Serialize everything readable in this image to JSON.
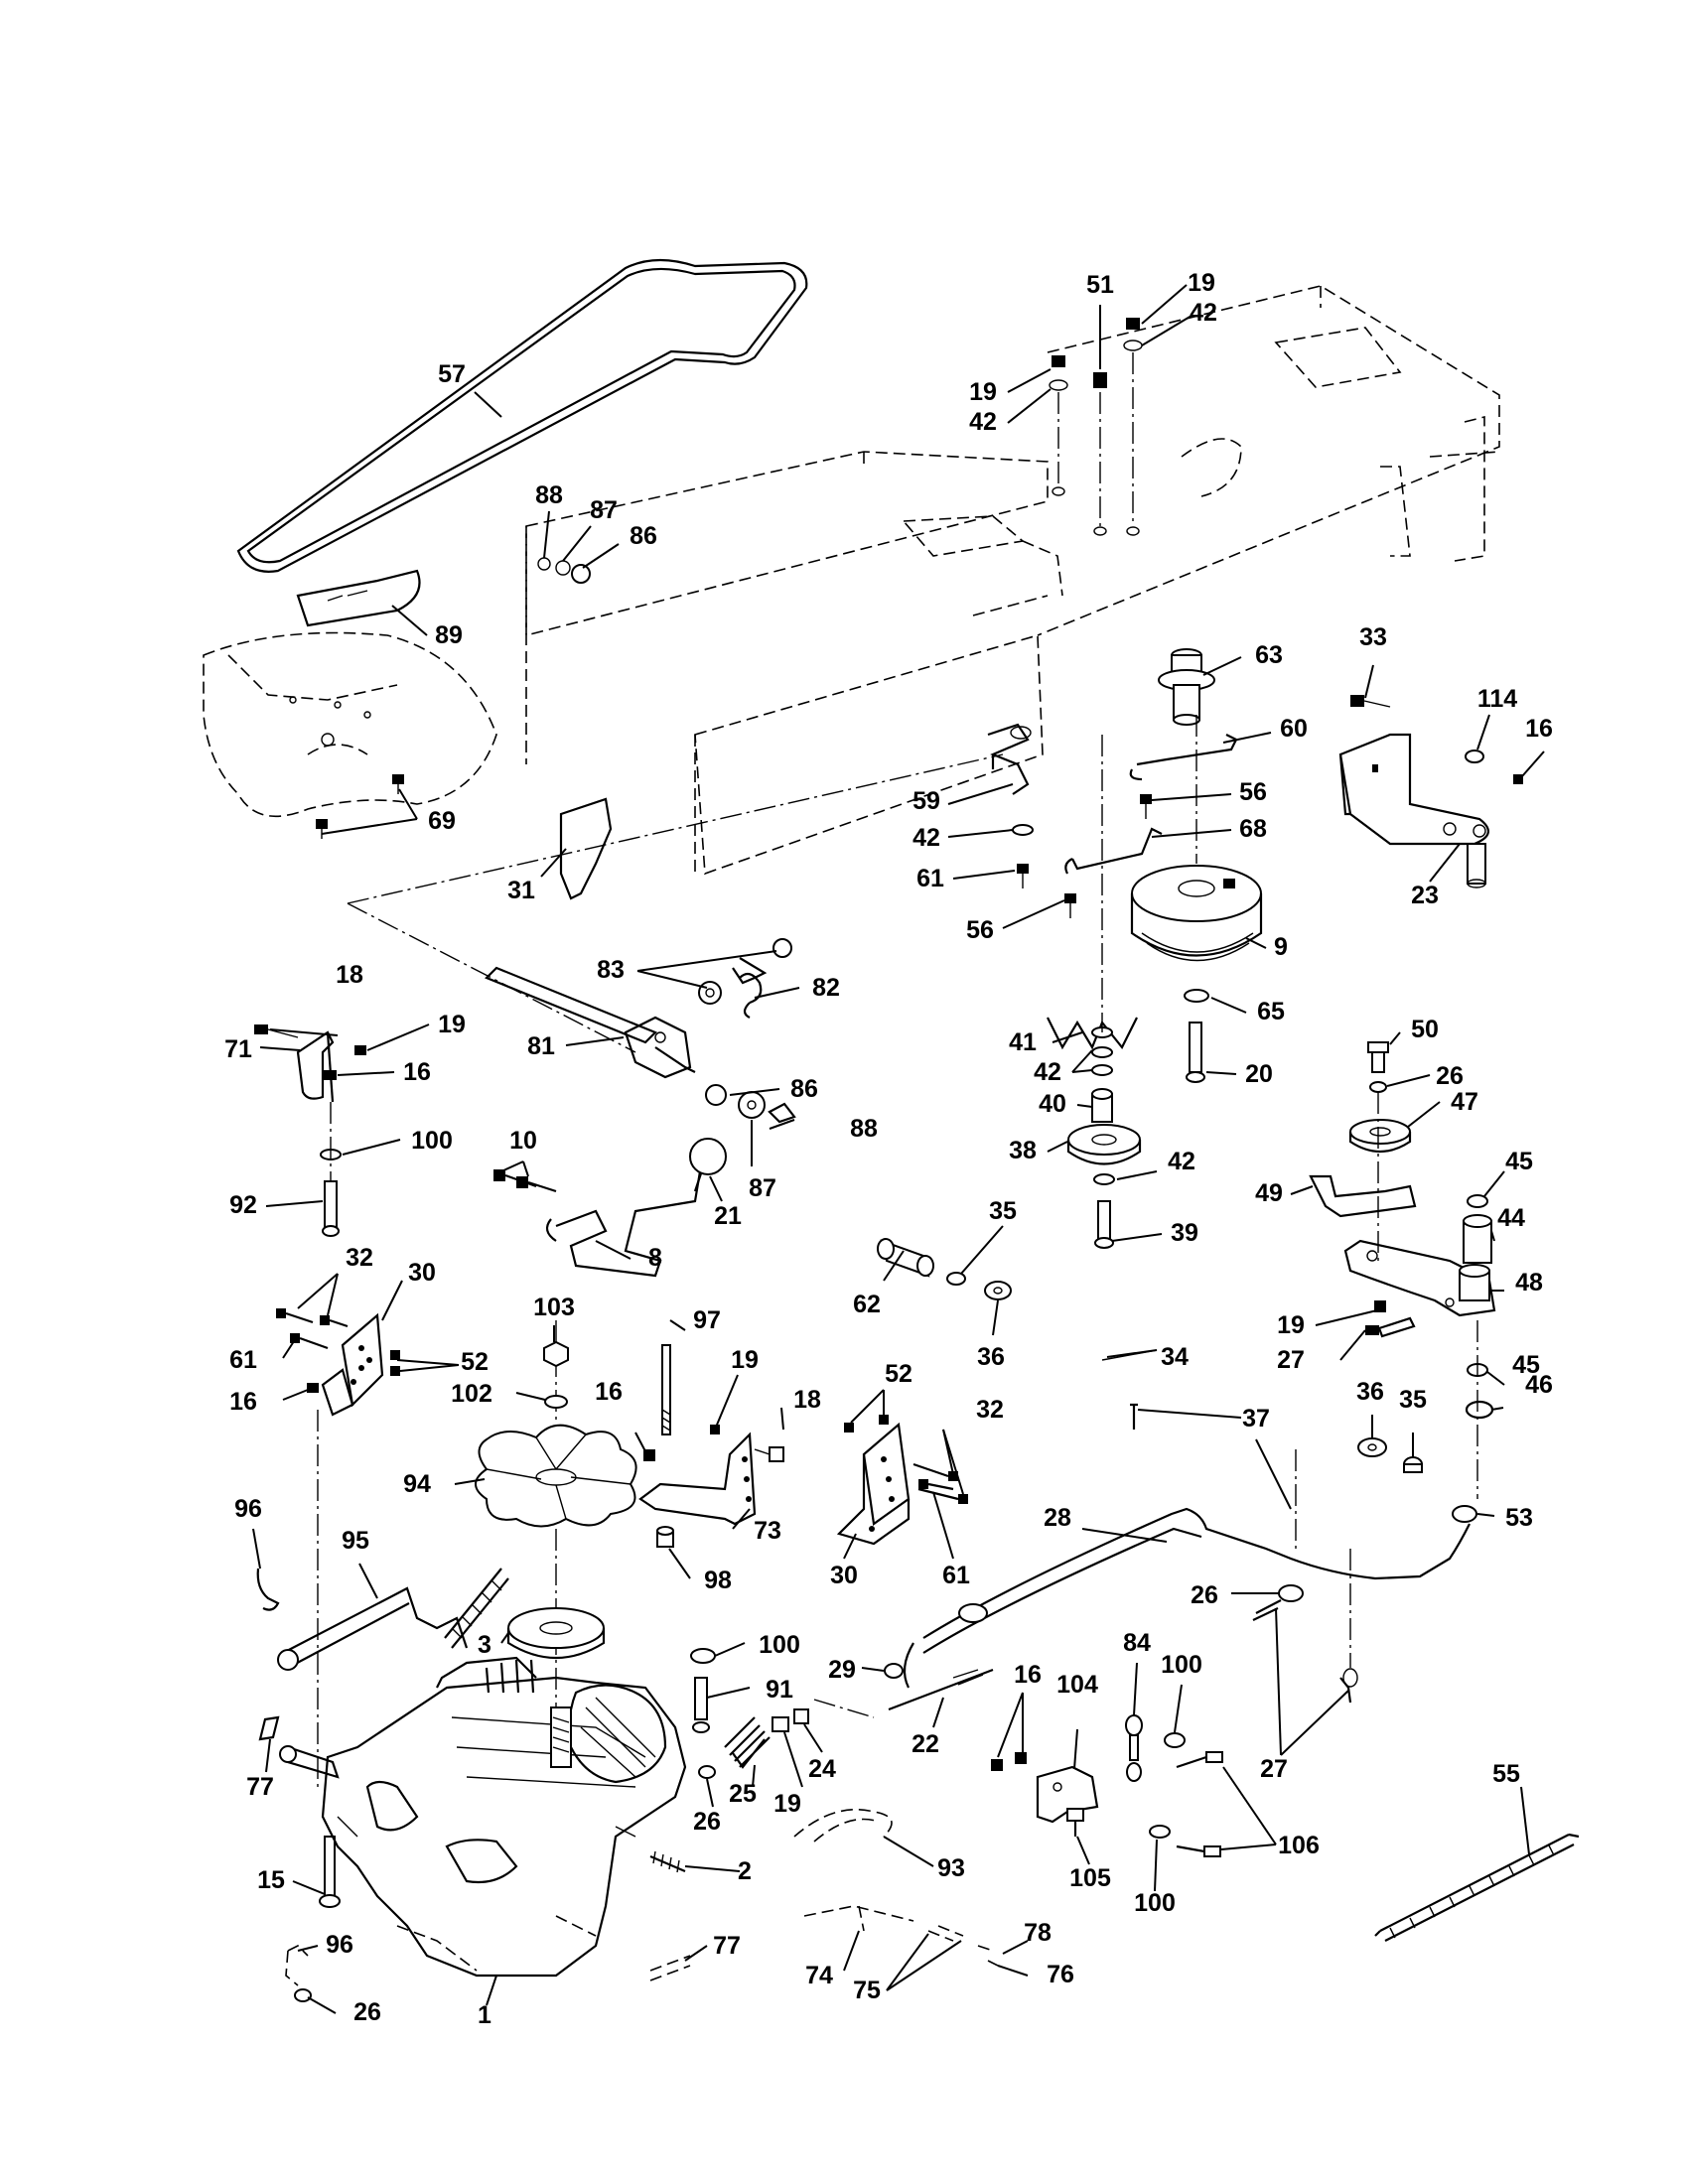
{
  "callouts": [
    {
      "id": "c57",
      "label": "57"
    },
    {
      "id": "c51",
      "label": "51"
    },
    {
      "id": "c19a",
      "label": "19"
    },
    {
      "id": "c42a",
      "label": "42"
    },
    {
      "id": "c19b",
      "label": "19"
    },
    {
      "id": "c42b",
      "label": "42"
    },
    {
      "id": "c88a",
      "label": "88"
    },
    {
      "id": "c87a",
      "label": "87"
    },
    {
      "id": "c86a",
      "label": "86"
    },
    {
      "id": "c89",
      "label": "89"
    },
    {
      "id": "c63",
      "label": "63"
    },
    {
      "id": "c33",
      "label": "33"
    },
    {
      "id": "c114",
      "label": "114"
    },
    {
      "id": "c16a",
      "label": "16"
    },
    {
      "id": "c60",
      "label": "60"
    },
    {
      "id": "c56a",
      "label": "56"
    },
    {
      "id": "c59",
      "label": "59"
    },
    {
      "id": "c42c",
      "label": "42"
    },
    {
      "id": "c68",
      "label": "68"
    },
    {
      "id": "c61a",
      "label": "61"
    },
    {
      "id": "c69",
      "label": "69"
    },
    {
      "id": "c31",
      "label": "31"
    },
    {
      "id": "c56b",
      "label": "56"
    },
    {
      "id": "c23",
      "label": "23"
    },
    {
      "id": "c9",
      "label": "9"
    },
    {
      "id": "c18a",
      "label": "18"
    },
    {
      "id": "c83",
      "label": "83"
    },
    {
      "id": "c82",
      "label": "82"
    },
    {
      "id": "c65",
      "label": "65"
    },
    {
      "id": "c41",
      "label": "41"
    },
    {
      "id": "c19c",
      "label": "19"
    },
    {
      "id": "c71",
      "label": "71"
    },
    {
      "id": "c81",
      "label": "81"
    },
    {
      "id": "c42d",
      "label": "42"
    },
    {
      "id": "c16b",
      "label": "16"
    },
    {
      "id": "c20",
      "label": "20"
    },
    {
      "id": "c50",
      "label": "50"
    },
    {
      "id": "c86b",
      "label": "86"
    },
    {
      "id": "c40",
      "label": "40"
    },
    {
      "id": "c26a",
      "label": "26"
    },
    {
      "id": "c47",
      "label": "47"
    },
    {
      "id": "c100a",
      "label": "100"
    },
    {
      "id": "c10",
      "label": "10"
    },
    {
      "id": "c88b",
      "label": "88"
    },
    {
      "id": "c38",
      "label": "38"
    },
    {
      "id": "c87b",
      "label": "87"
    },
    {
      "id": "c42e",
      "label": "42"
    },
    {
      "id": "c45a",
      "label": "45"
    },
    {
      "id": "c92",
      "label": "92"
    },
    {
      "id": "c21",
      "label": "21"
    },
    {
      "id": "c49",
      "label": "49"
    },
    {
      "id": "c44",
      "label": "44"
    },
    {
      "id": "c35a",
      "label": "35"
    },
    {
      "id": "c39",
      "label": "39"
    },
    {
      "id": "c8",
      "label": "8"
    },
    {
      "id": "c32a",
      "label": "32"
    },
    {
      "id": "c30a",
      "label": "30"
    },
    {
      "id": "c48",
      "label": "48"
    },
    {
      "id": "c103",
      "label": "103"
    },
    {
      "id": "c62",
      "label": "62"
    },
    {
      "id": "c36a",
      "label": "36"
    },
    {
      "id": "c97",
      "label": "97"
    },
    {
      "id": "c19d",
      "label": "19"
    },
    {
      "id": "c52a",
      "label": "52"
    },
    {
      "id": "c61b",
      "label": "61"
    },
    {
      "id": "c34",
      "label": "34"
    },
    {
      "id": "c27a",
      "label": "27"
    },
    {
      "id": "c45b",
      "label": "45"
    },
    {
      "id": "c52b",
      "label": "52"
    },
    {
      "id": "c19e",
      "label": "19"
    },
    {
      "id": "c18b",
      "label": "18"
    },
    {
      "id": "c16c",
      "label": "16"
    },
    {
      "id": "c32b",
      "label": "32"
    },
    {
      "id": "c46",
      "label": "46"
    },
    {
      "id": "c102",
      "label": "102"
    },
    {
      "id": "c16d",
      "label": "16"
    },
    {
      "id": "c36b",
      "label": "36"
    },
    {
      "id": "c35b",
      "label": "35"
    },
    {
      "id": "c37",
      "label": "37"
    },
    {
      "id": "c94",
      "label": "94"
    },
    {
      "id": "c96a",
      "label": "96"
    },
    {
      "id": "c73",
      "label": "73"
    },
    {
      "id": "c95",
      "label": "95"
    },
    {
      "id": "c30b",
      "label": "30"
    },
    {
      "id": "c61c",
      "label": "61"
    },
    {
      "id": "c98",
      "label": "98"
    },
    {
      "id": "c53",
      "label": "53"
    },
    {
      "id": "c28",
      "label": "28"
    },
    {
      "id": "c26b",
      "label": "26"
    },
    {
      "id": "c3",
      "label": "3"
    },
    {
      "id": "c100b",
      "label": "100"
    },
    {
      "id": "c29",
      "label": "29"
    },
    {
      "id": "c16e",
      "label": "16"
    },
    {
      "id": "c84",
      "label": "84"
    },
    {
      "id": "c100c",
      "label": "100"
    },
    {
      "id": "c91",
      "label": "91"
    },
    {
      "id": "c104",
      "label": "104"
    },
    {
      "id": "c27b",
      "label": "27"
    },
    {
      "id": "c22",
      "label": "22"
    },
    {
      "id": "c24",
      "label": "24"
    },
    {
      "id": "c77a",
      "label": "77"
    },
    {
      "id": "c19f",
      "label": "19"
    },
    {
      "id": "c25",
      "label": "25"
    },
    {
      "id": "c26c",
      "label": "26"
    },
    {
      "id": "c55",
      "label": "55"
    },
    {
      "id": "c106",
      "label": "106"
    },
    {
      "id": "c105",
      "label": "105"
    },
    {
      "id": "c93",
      "label": "93"
    },
    {
      "id": "c15",
      "label": "15"
    },
    {
      "id": "c2",
      "label": "2"
    },
    {
      "id": "c100d",
      "label": "100"
    },
    {
      "id": "c96b",
      "label": "96"
    },
    {
      "id": "c77b",
      "label": "77"
    },
    {
      "id": "c78",
      "label": "78"
    },
    {
      "id": "c74",
      "label": "74"
    },
    {
      "id": "c76",
      "label": "76"
    },
    {
      "id": "c75",
      "label": "75"
    },
    {
      "id": "c26d",
      "label": "26"
    },
    {
      "id": "c1",
      "label": "1"
    }
  ]
}
